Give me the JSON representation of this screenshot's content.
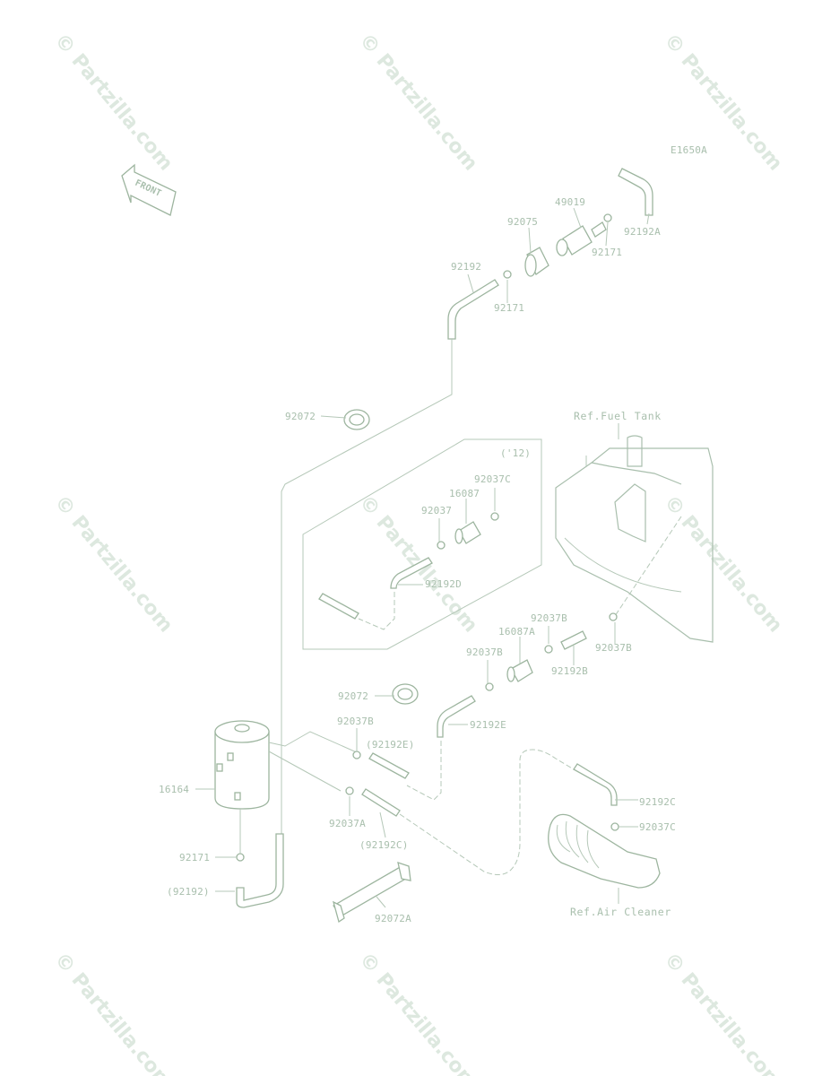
{
  "diagram_code": "E1650A",
  "front_label": "FRONT",
  "watermark": "© Partzilla.com",
  "year_group_label": "('12)",
  "ref_labels": {
    "fuel_tank": "Ref.Fuel Tank",
    "air_cleaner": "Ref.Air Cleaner"
  },
  "parts": {
    "p49019": "49019",
    "p92075": "92075",
    "p92192A": "92192A",
    "p92171_a": "92171",
    "p92192": "92192",
    "p92171_b": "92171",
    "p92072_a": "92072",
    "p92037C_a": "92037C",
    "p16087": "16087",
    "p92037": "92037",
    "p92192D": "92192D",
    "p92037B_a": "92037B",
    "p16087A": "16087A",
    "p92037B_b": "92037B",
    "p92037B_c": "92037B",
    "p92192B": "92192B",
    "p92072_b": "92072",
    "p92037B_d": "92037B",
    "p92192E": "92192E",
    "p92192E_paren": "(92192E)",
    "p16164": "16164",
    "p92037A": "92037A",
    "p92192C_paren": "(92192C)",
    "p92192C": "92192C",
    "p92037C_b": "92037C",
    "p92171_c": "92171",
    "p92192_paren": "(92192)",
    "p92072A": "92072A"
  },
  "colors": {
    "line": "#a9bfad",
    "watermark": "#dde8df"
  }
}
